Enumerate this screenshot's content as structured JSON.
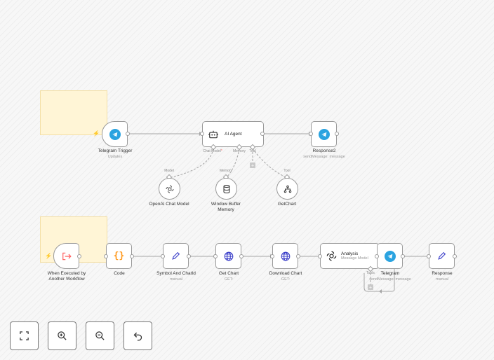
{
  "workflow": {
    "nodes": {
      "telegram_trigger": {
        "label": "Telegram Trigger",
        "subtitle": "Updates"
      },
      "ai_agent": {
        "label": "AI Agent",
        "ports": {
          "chat_model": "Chat Model",
          "memory": "Memory",
          "tool": "Tool"
        }
      },
      "response2": {
        "label": "Response2",
        "subtitle": "sendMessage: message"
      },
      "openai_chat_model": {
        "label": "OpenAI Chat Model",
        "port": "Model"
      },
      "window_buffer_memory": {
        "label": "Window Buffer Memory",
        "port": "Memory"
      },
      "getchart": {
        "label": "GetChart",
        "port": "Tool"
      },
      "when_executed": {
        "label": "When Executed by Another Workflow"
      },
      "code": {
        "label": "Code"
      },
      "symbol_chatid": {
        "label": "Symbol And ChatId",
        "subtitle": "manual"
      },
      "get_chart": {
        "label": "Get Chart",
        "subtitle": "GET:"
      },
      "download_chart": {
        "label": "Download Chart",
        "subtitle": "GET:"
      },
      "analysis": {
        "label": "Analysis",
        "subtitle": "Message Model",
        "port": "Tools"
      },
      "telegram": {
        "label": "Telegram",
        "subtitle": "sendMessage: message"
      },
      "response": {
        "label": "Response",
        "subtitle": "manual"
      }
    },
    "required_mark": "*"
  },
  "controls": {
    "fit": "fit-view-icon",
    "zoom_in": "zoom-in-icon",
    "zoom_out": "zoom-out-icon",
    "undo": "undo-icon"
  },
  "colors": {
    "telegram": "#2aa3e0",
    "code_brace": "#ff9b21",
    "web": "#3a3ec9",
    "pen": "#3a3ec9",
    "trigger_red": "#ff5c5c",
    "sticky": "#fff5d6"
  }
}
